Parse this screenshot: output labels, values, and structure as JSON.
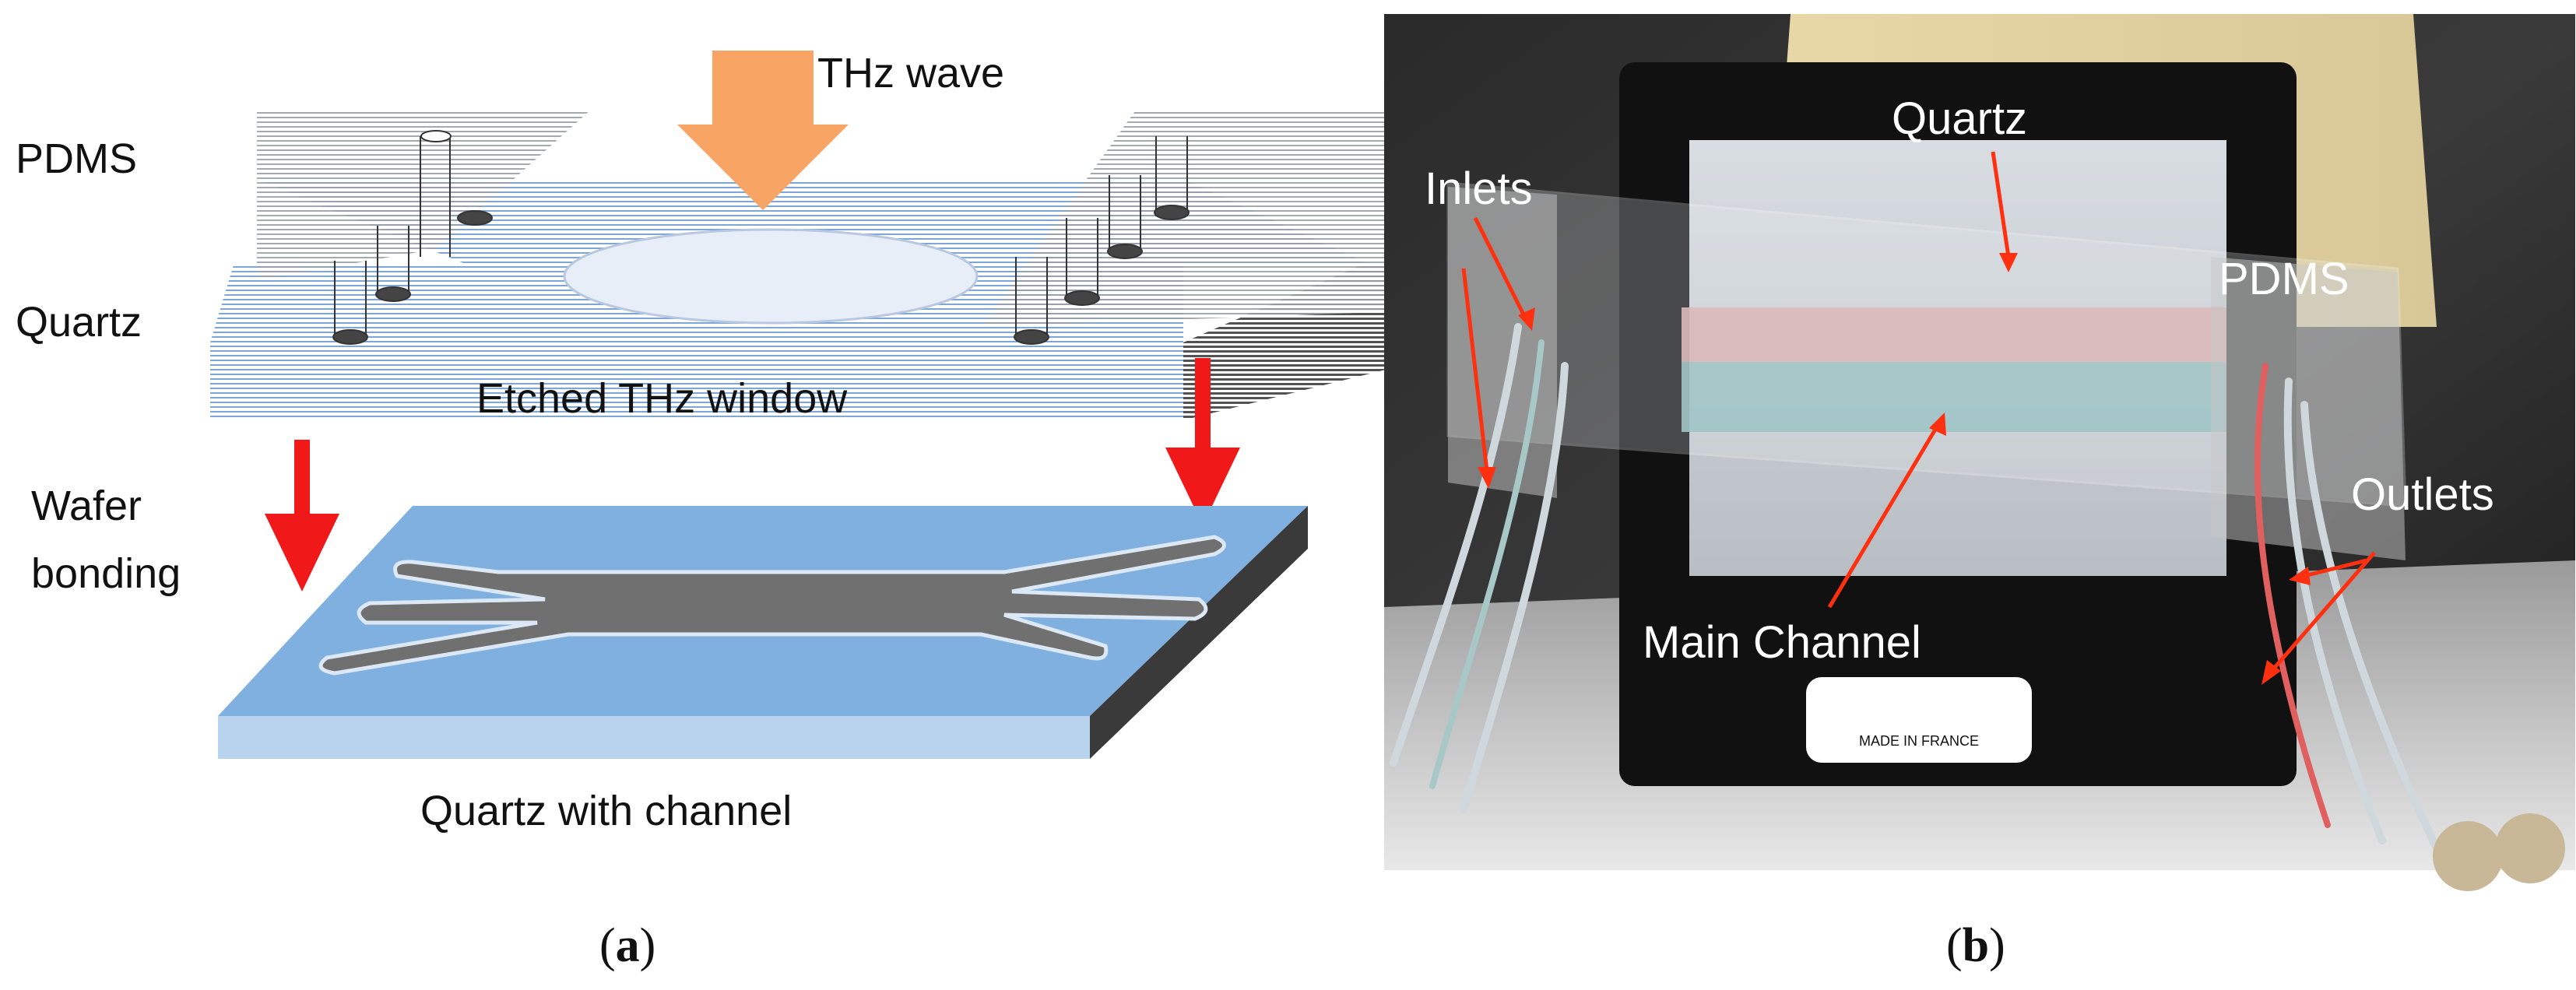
{
  "panel_a": {
    "labels": {
      "pdms": "PDMS",
      "quartz": "Quartz",
      "thz_wave": "THz wave",
      "window": "Etched THz window",
      "bonding_line1": "Wafer",
      "bonding_line2": "bonding",
      "bottom": "Quartz with channel"
    },
    "caption_prefix": "(",
    "caption_letter": "a",
    "caption_suffix": ")"
  },
  "panel_b": {
    "labels": {
      "quartz": "Quartz",
      "inlets": "Inlets",
      "pdms": "PDMS",
      "outlets": "Outlets",
      "main_channel": "Main Channel",
      "made_in": "MADE IN FRANCE"
    },
    "caption_prefix": "(",
    "caption_letter": "b",
    "caption_suffix": ")"
  },
  "colors": {
    "arrow_red": "#f01818",
    "thz_arrow": "#f7a464",
    "quartz_blue": "#7fb0e0",
    "channel_gray": "#707070",
    "pointer_red": "#ff3010"
  }
}
